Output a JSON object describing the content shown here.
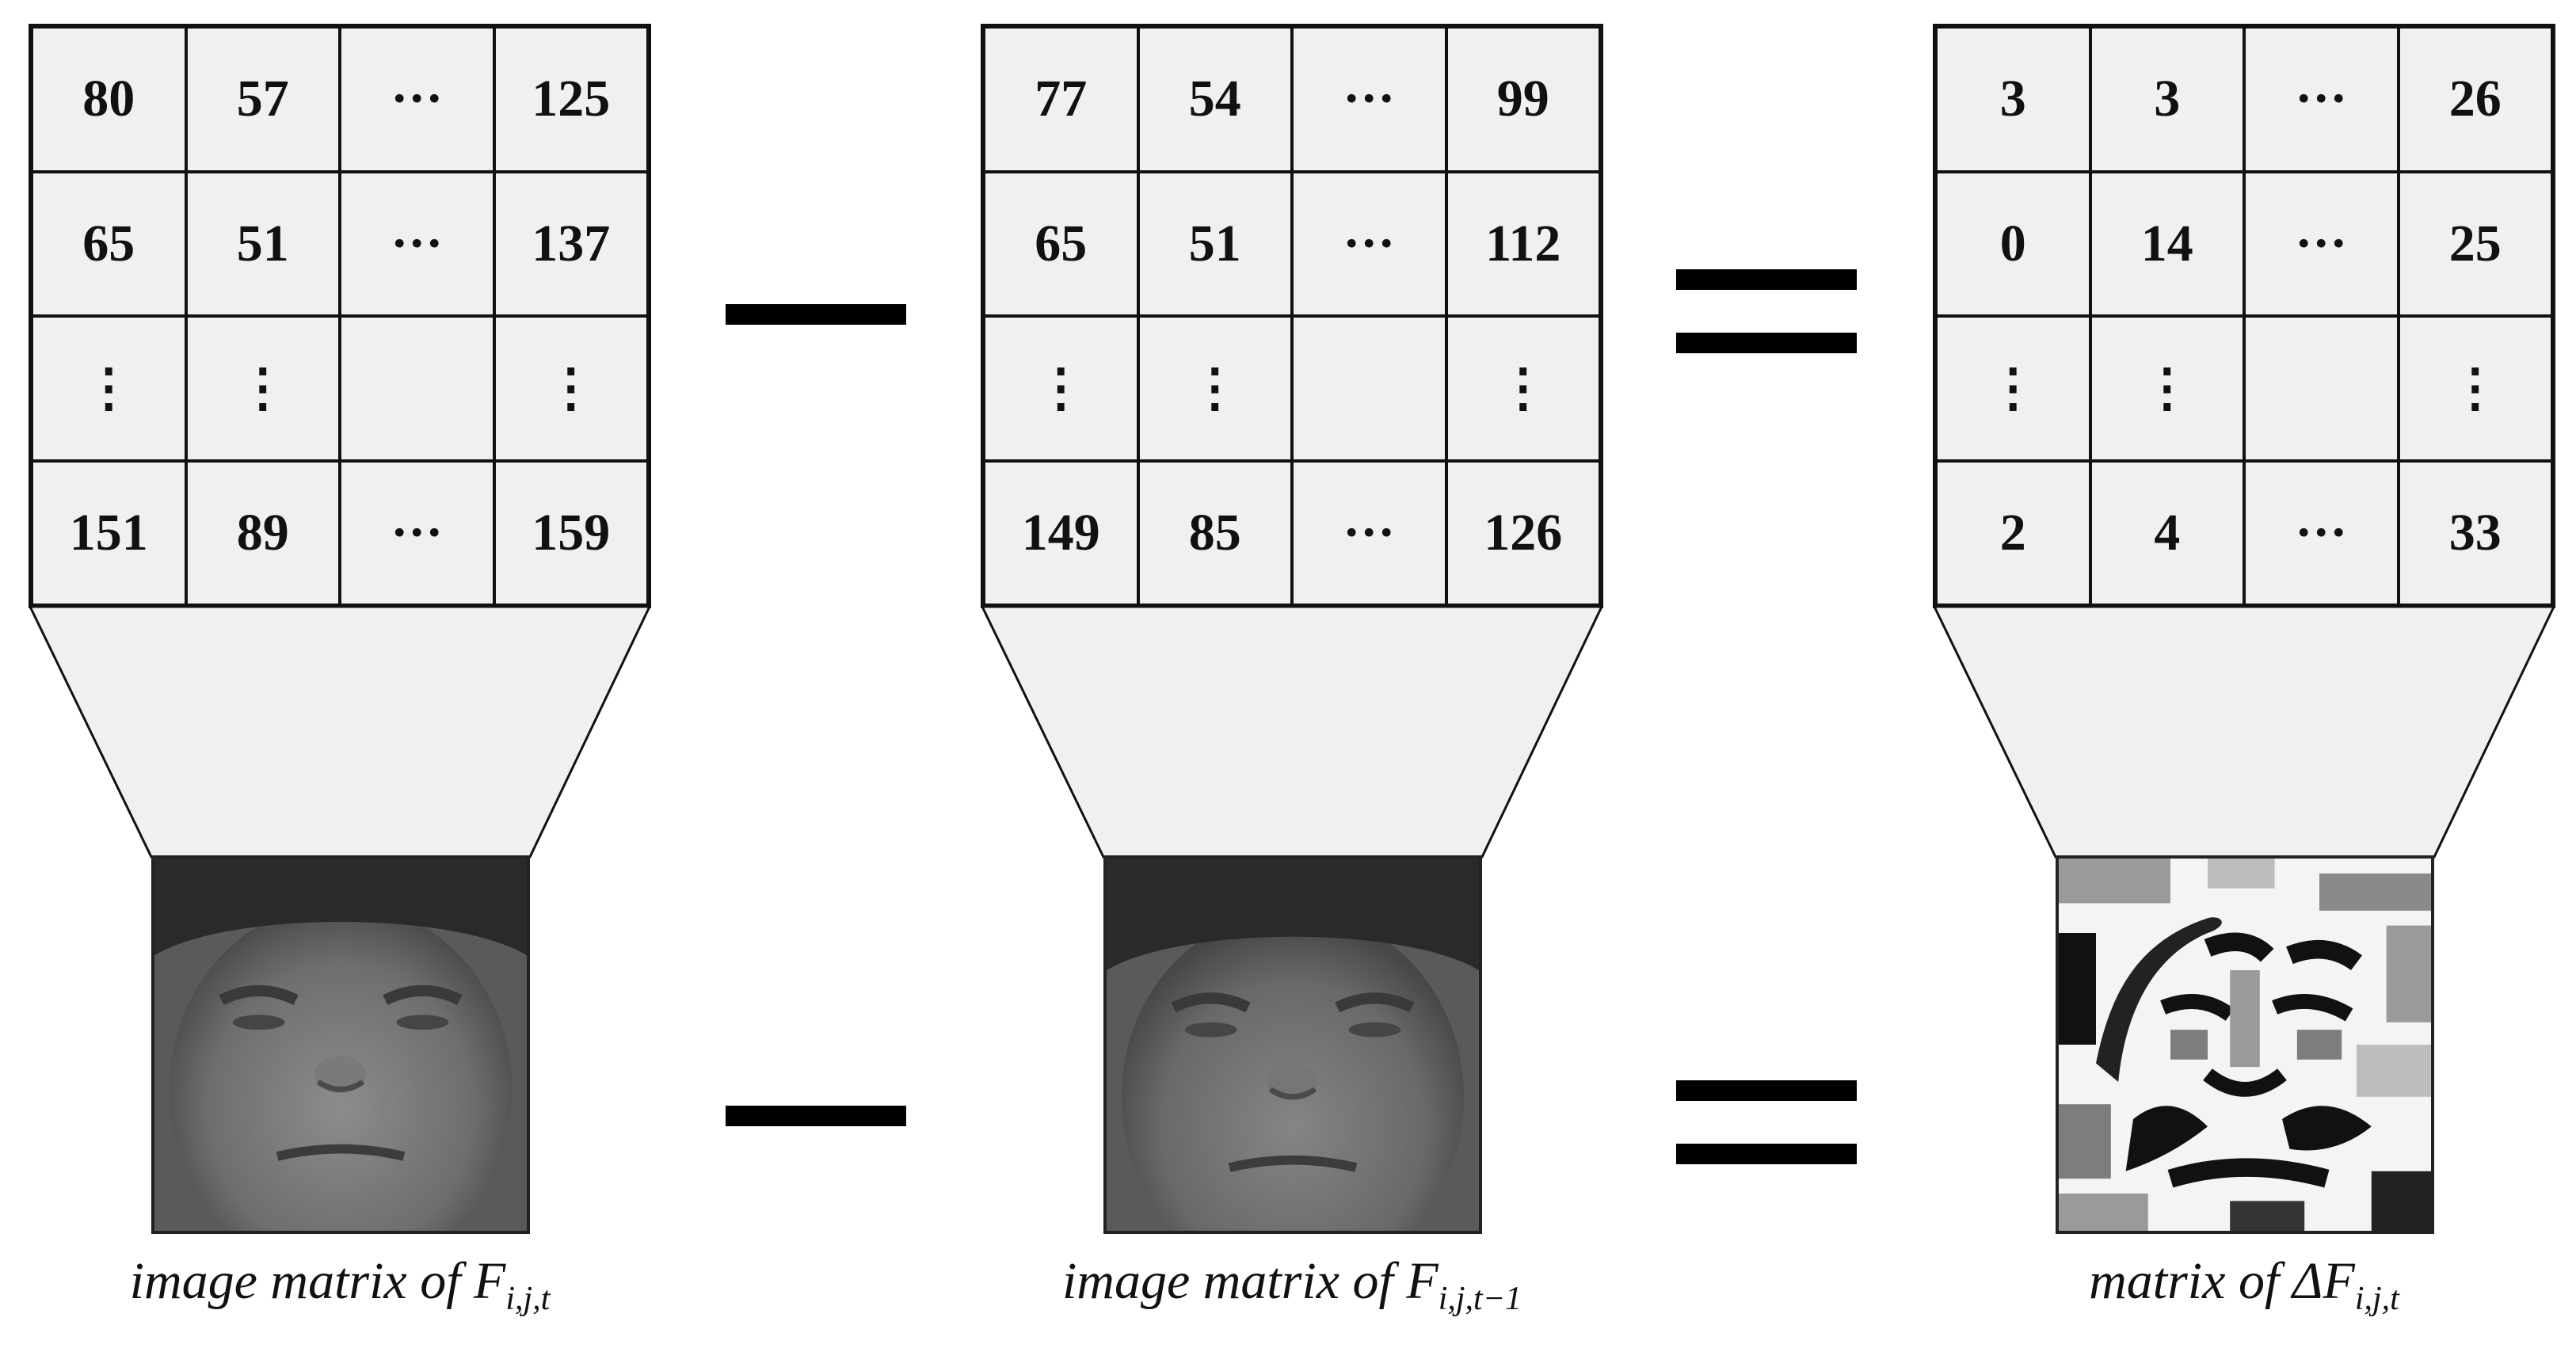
{
  "panels": [
    {
      "id": "current-frame",
      "matrix": [
        [
          "80",
          "57",
          "···",
          "125"
        ],
        [
          "65",
          "51",
          "···",
          "137"
        ],
        [
          "⋮",
          "⋮",
          "",
          "⋮"
        ],
        [
          "151",
          "89",
          "···",
          "159"
        ]
      ],
      "caption_prefix": "image matrix of F",
      "caption_sub": "i,j,t",
      "image": "grayscale-face-photo"
    },
    {
      "id": "previous-frame",
      "matrix": [
        [
          "77",
          "54",
          "···",
          "99"
        ],
        [
          "65",
          "51",
          "···",
          "112"
        ],
        [
          "⋮",
          "⋮",
          "",
          "⋮"
        ],
        [
          "149",
          "85",
          "···",
          "126"
        ]
      ],
      "caption_prefix": "image matrix of F",
      "caption_sub": "i,j,t−1",
      "image": "grayscale-face-photo"
    },
    {
      "id": "difference",
      "matrix": [
        [
          "3",
          "3",
          "···",
          "26"
        ],
        [
          "0",
          "14",
          "···",
          "25"
        ],
        [
          "⋮",
          "⋮",
          "",
          "⋮"
        ],
        [
          "2",
          "4",
          "···",
          "33"
        ]
      ],
      "caption_prefix": "matrix of ΔF",
      "caption_sub": "i,j,t",
      "image": "difference-map"
    }
  ],
  "operators": {
    "minus": "minus-sign",
    "equals": "equals-sign"
  },
  "colors": {
    "cell_fill": "#f0f0f0",
    "line": "#111111"
  }
}
